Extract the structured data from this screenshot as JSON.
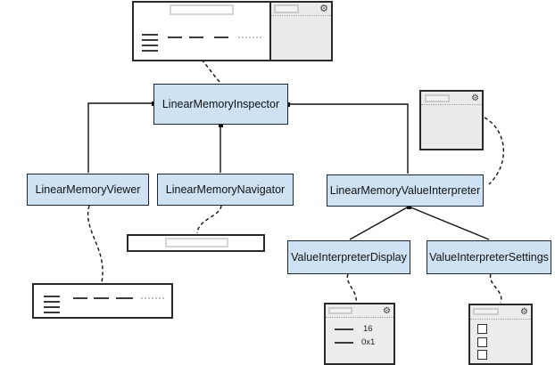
{
  "nodes": {
    "inspector": {
      "label": "LinearMemoryInspector"
    },
    "viewer": {
      "label": "LinearMemoryViewer"
    },
    "navigator": {
      "label": "LinearMemoryNavigator"
    },
    "interpreter": {
      "label": "LinearMemoryValueInterpreter"
    },
    "display": {
      "label": "ValueInterpreterDisplay"
    },
    "settings": {
      "label": "ValueInterpreterSettings"
    }
  },
  "mockups": {
    "display_window": {
      "rows": [
        {
          "value": "16"
        },
        {
          "value": "0x1"
        }
      ]
    }
  },
  "icons": {
    "gear": "⚙"
  },
  "colors": {
    "node_fill": "#cfe2f3",
    "node_border": "#1b2733",
    "window_border": "#2a2a2a",
    "window_gray": "#eaeaea",
    "input_border": "#d5d5d5",
    "line": "#111111"
  }
}
